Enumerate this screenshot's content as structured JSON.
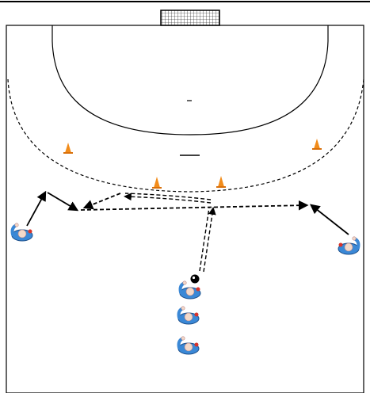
{
  "diagram": {
    "type": "handball-half-court-drill",
    "colors": {
      "background": "#ffffff",
      "lines": "#000000",
      "cone": "#f28c1a",
      "cone_dark": "#d9700a",
      "player_shirt": "#3a88d6",
      "player_skin": "#f3d9c9",
      "player_accent": "#d9342b",
      "ball": "#000000"
    },
    "elements": {
      "goal": "goal-icon",
      "cones": [
        "cone-icon",
        "cone-icon",
        "cone-icon",
        "cone-icon"
      ],
      "players": [
        "player-icon",
        "player-icon",
        "player-icon",
        "player-icon",
        "player-icon"
      ],
      "ball": "ball-icon"
    },
    "arrow_styles": [
      "solid-run",
      "dashed-pass",
      "double-dashed-dribble"
    ]
  }
}
